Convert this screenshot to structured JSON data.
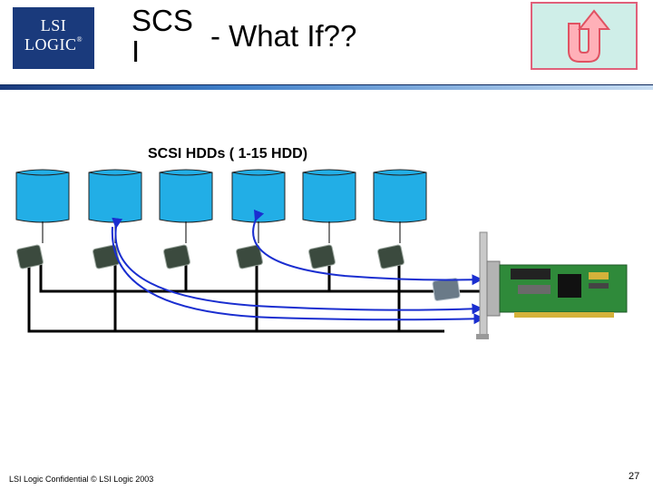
{
  "logo": {
    "text": "LSI LOGIC",
    "reg": "®"
  },
  "title": {
    "line1": "SCS",
    "line2": "I",
    "suffix": "- What If??"
  },
  "subtitle": "SCSI HDDs ( 1-15 HDD)",
  "footer": "LSI Logic Confidential © LSI Logic 2003",
  "page_number": "27",
  "icons": {
    "back": "u-turn-arrow-icon",
    "disk": "disk-drive-icon",
    "chip": "scsi-chip-icon",
    "card": "scsi-host-adapter-card"
  },
  "colors": {
    "logo_bg": "#1a3a7c",
    "disk_fill": "#22aee6",
    "arrow": "#1a2ed0",
    "back_bg": "#cfeee8",
    "back_border": "#e0607a",
    "back_arrow": "#e05262"
  },
  "disk_count": 6
}
